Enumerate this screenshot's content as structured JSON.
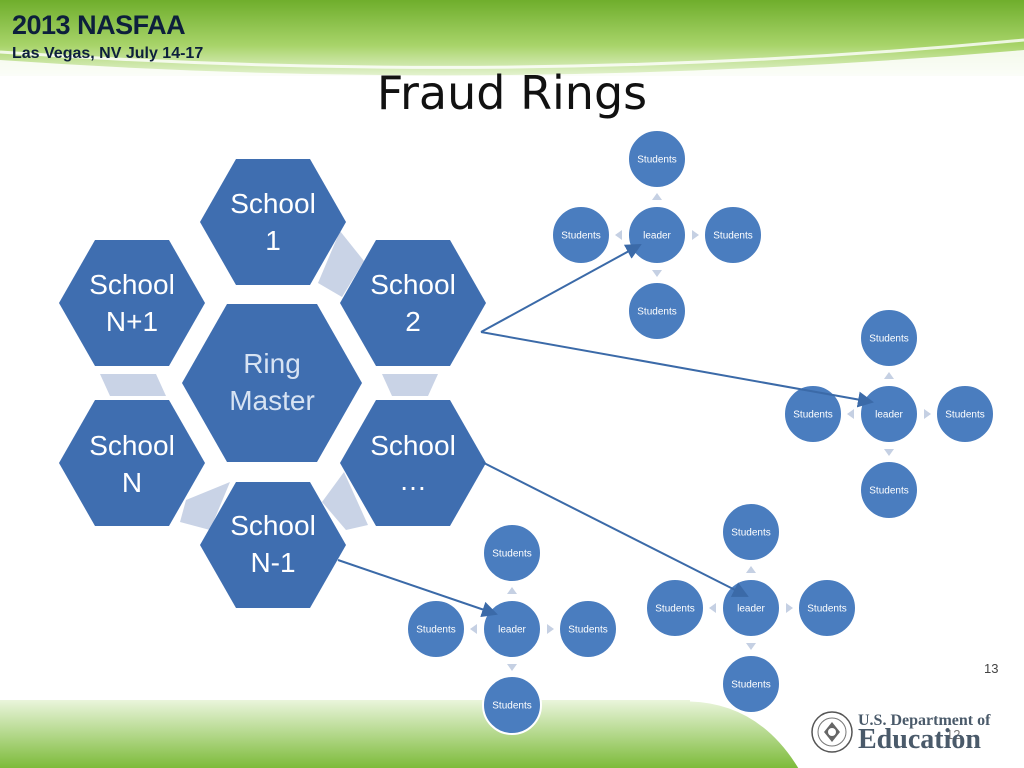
{
  "header": {
    "conference": "2013 NASFAA",
    "location": "Las Vegas, NV July 14-17"
  },
  "slide_title": "Fraud Rings",
  "hexagons": {
    "center": "Ring Master",
    "school_1": [
      "School",
      "1"
    ],
    "school_2": [
      "School",
      "2"
    ],
    "school_ellipsis": [
      "School",
      "…"
    ],
    "school_n_minus_1": [
      "School",
      "N-1"
    ],
    "school_n": [
      "School",
      "N"
    ],
    "school_n_plus_1": [
      "School",
      "N+1"
    ]
  },
  "rings": [
    {
      "leader": "leader",
      "top": "Students",
      "left": "Students",
      "right": "Students",
      "bottom": "Students"
    },
    {
      "leader": "leader",
      "top": "Students",
      "left": "Students",
      "right": "Students",
      "bottom": "Students"
    },
    {
      "leader": "leader",
      "top": "Students",
      "left": "Students",
      "right": "Students",
      "bottom": "Students"
    },
    {
      "leader": "leader",
      "top": "Students",
      "left": "Students",
      "right": "Students",
      "bottom": "Students"
    }
  ],
  "page_number": "13",
  "page_number_overlay": "12",
  "footer": {
    "dept_line": "U.S. Department of",
    "education_line": "Education"
  },
  "colors": {
    "hex_fill": "#3f6eb0",
    "circle_fill": "#4a7dbf",
    "connector": "#c9d3e6",
    "arrow": "#c5d0e3",
    "line": "#3b6aa8",
    "band_green": "#8cc63f"
  }
}
